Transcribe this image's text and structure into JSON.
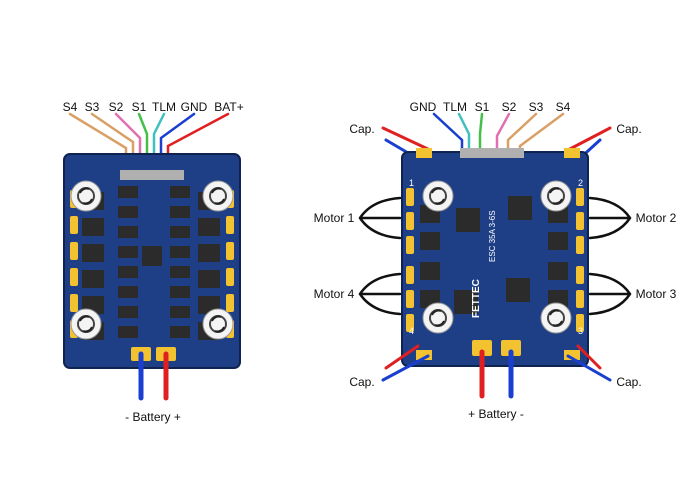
{
  "left_board": {
    "wire_labels": [
      "S4",
      "S3",
      "S2",
      "S1",
      "TLM",
      "GND",
      "BAT+"
    ],
    "battery_label": "- Battery +"
  },
  "right_board": {
    "wire_labels": [
      "GND",
      "TLM",
      "S1",
      "S2",
      "S3",
      "S4"
    ],
    "cap_labels": [
      "Cap.",
      "Cap.",
      "Cap.",
      "Cap."
    ],
    "motor_labels": [
      "Motor 1",
      "Motor 2",
      "Motor 4",
      "Motor 3"
    ],
    "battery_label": "+ Battery -",
    "silkscreen": {
      "brand": "FETTEC",
      "model": "ESC 35A 3-6S",
      "corner_numbers": [
        "1",
        "2",
        "4",
        "3"
      ]
    }
  },
  "colors": {
    "pcb": "#1e3f86",
    "pcb_edge": "#0f2350",
    "pad_gold": "#f2c230",
    "chip": "#2b2b2b",
    "wire_red": "#e02020",
    "wire_blue": "#1a3fd0",
    "wire_black": "#111111",
    "wire_tan": "#d9a066",
    "wire_pink": "#e070b0",
    "wire_green": "#44c04a",
    "wire_teal": "#40c0c0"
  }
}
